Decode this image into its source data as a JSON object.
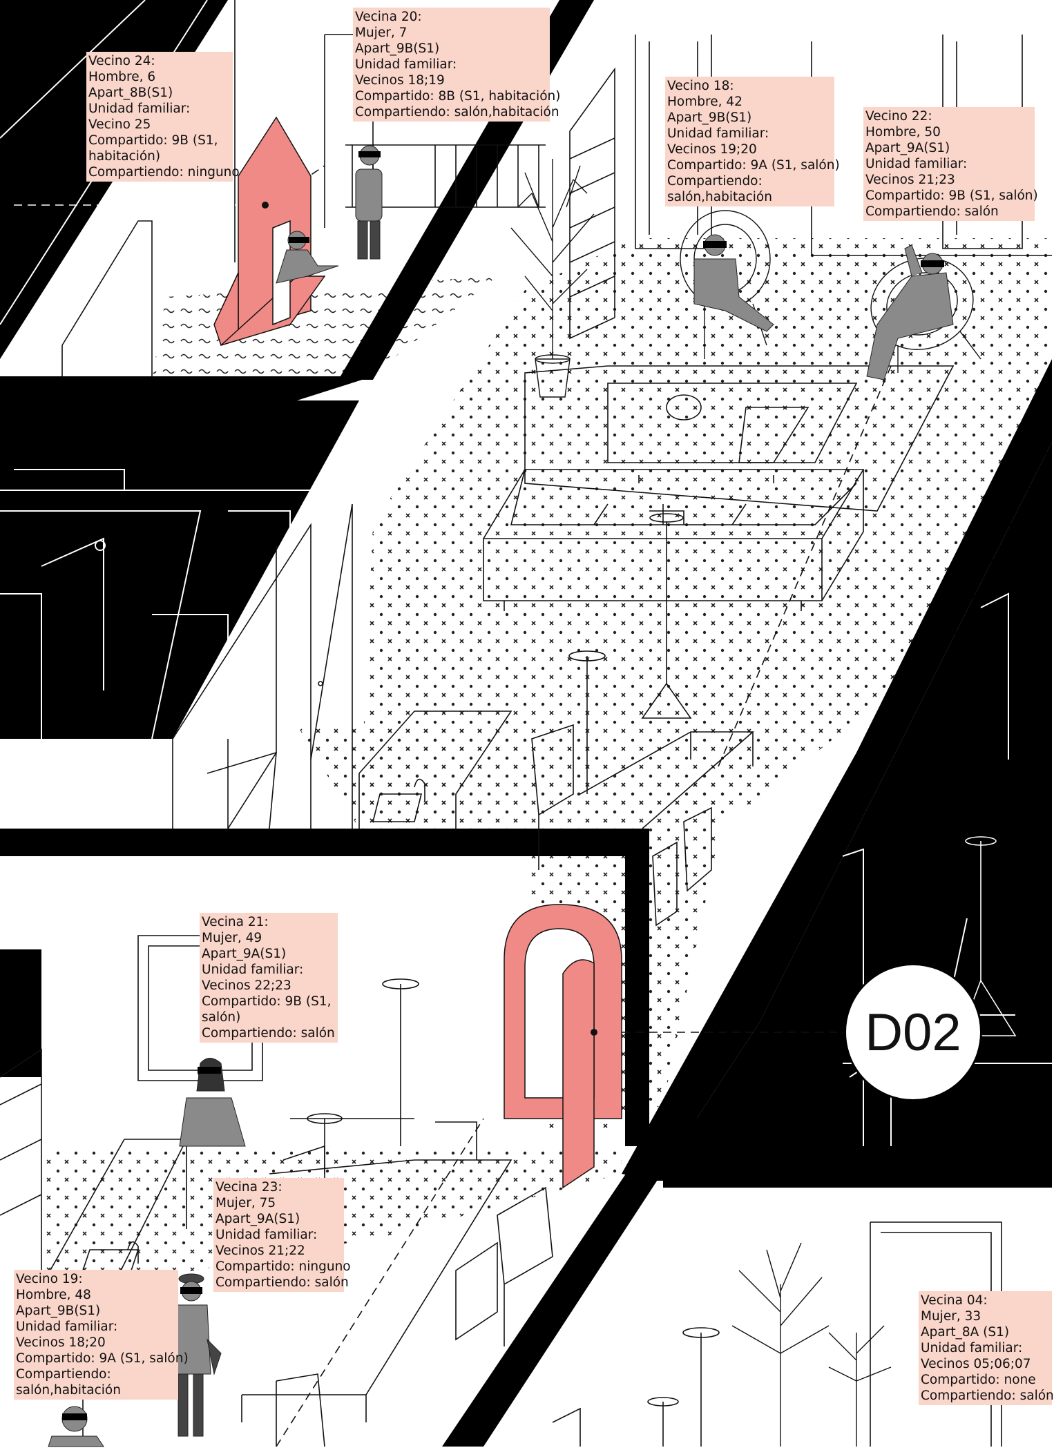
{
  "diagram": {
    "badge": "D02",
    "labels": [
      {
        "id": "vecino-24",
        "lines": [
          "Vecino 24:",
          "Hombre, 6",
          "Apart_8B(S1)",
          "Unidad familiar:",
          "Vecino 25",
          "Compartido: 9B (S1,",
          "habitación)",
          "Compartiendo: ninguno"
        ]
      },
      {
        "id": "vecina-20",
        "lines": [
          "Vecina 20:",
          "Mujer, 7",
          "Apart_9B(S1)",
          "Unidad familiar:",
          "Vecinos 18;19",
          "Compartido: 8B (S1, habitación)",
          "Compartiendo: salón,habitación"
        ]
      },
      {
        "id": "vecino-18",
        "lines": [
          "Vecino 18:",
          "Hombre, 42",
          "Apart_9B(S1)",
          "Unidad familiar:",
          "Vecinos 19;20",
          "Compartido: 9A (S1, salón)",
          "Compartiendo:",
          "salón,habitación"
        ]
      },
      {
        "id": "vecino-22",
        "lines": [
          "Vecino 22:",
          "Hombre, 50",
          "Apart_9A(S1)",
          "Unidad familiar:",
          "Vecinos 21;23",
          "Compartido: 9B (S1, salón)",
          "Compartiendo: salón"
        ]
      },
      {
        "id": "vecina-21",
        "lines": [
          "Vecina 21:",
          "Mujer, 49",
          "Apart_9A(S1)",
          "Unidad familiar:",
          "Vecinos 22;23",
          "Compartido: 9B (S1,",
          "salón)",
          "Compartiendo: salón"
        ]
      },
      {
        "id": "vecina-23",
        "lines": [
          "Vecina 23:",
          "Mujer, 75",
          "Apart_9A(S1)",
          "Unidad familiar:",
          "Vecinos 21;22",
          "Compartido: ninguno",
          "Compartiendo: salón"
        ]
      },
      {
        "id": "vecino-19",
        "lines": [
          "Vecino 19:",
          "Hombre, 48",
          "Apart_9B(S1)",
          "Unidad familiar:",
          "Vecinos 18;20",
          "Compartido: 9A (S1, salón)",
          "Compartiendo:",
          "salón,habitación"
        ]
      },
      {
        "id": "vecina-04",
        "lines": [
          "Vecina 04:",
          "Mujer, 33",
          "Apart_8A (S1)",
          "Unidad familiar:",
          "Vecinos 05;06;07",
          "Compartido: none",
          "Compartiendo: salón"
        ]
      }
    ]
  },
  "colors": {
    "label_bg": "#f9d5ca",
    "accent_pink": "#f08a86",
    "black": "#000000",
    "figure_gray": "#8a8a8a"
  }
}
